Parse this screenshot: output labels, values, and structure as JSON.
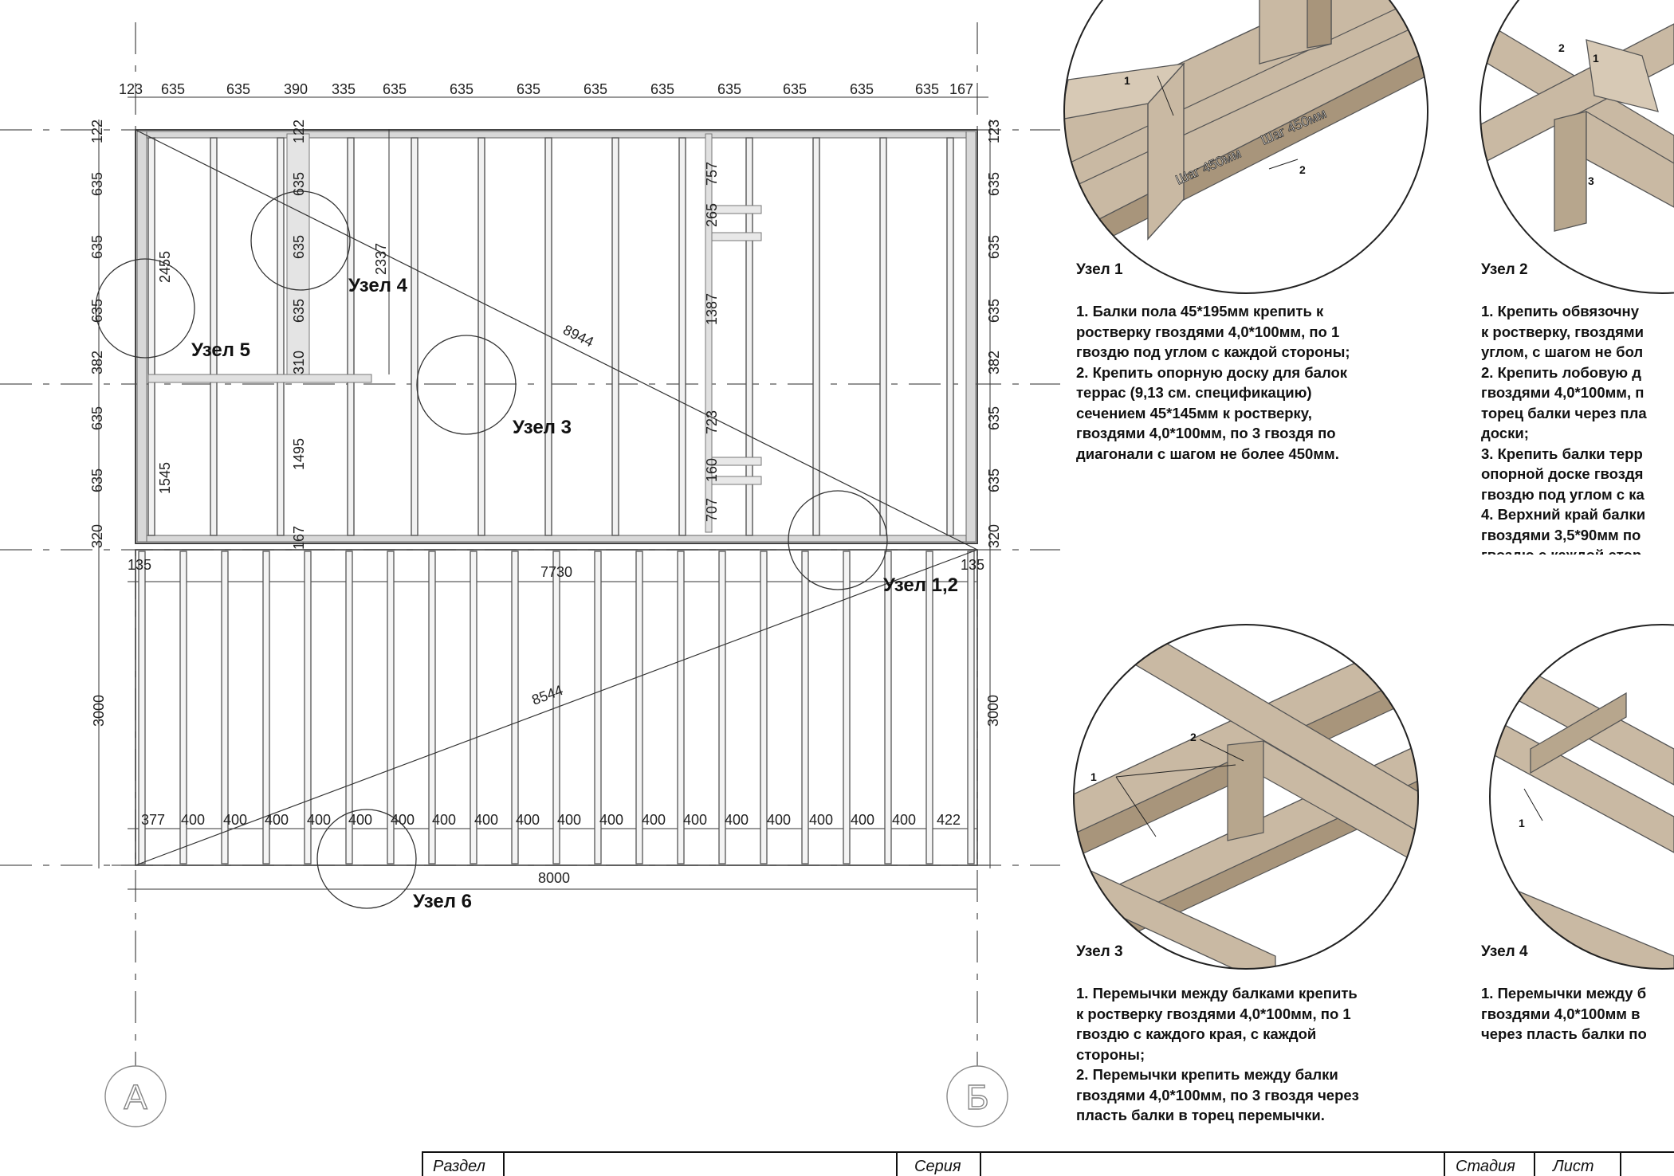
{
  "plan": {
    "top_dims": [
      "123",
      "635",
      "635",
      "390",
      "335",
      "635",
      "635",
      "635",
      "635",
      "635",
      "635",
      "635",
      "635",
      "635",
      "167"
    ],
    "left_dims": [
      "122",
      "635",
      "635",
      "635",
      "382",
      "635",
      "635",
      "320"
    ],
    "right_dims": [
      "123",
      "635",
      "635",
      "635",
      "382",
      "635",
      "635",
      "320"
    ],
    "inner_col1_dims": [
      "2455",
      "1545"
    ],
    "inner_col2_dims": [
      "122",
      "635",
      "635",
      "635",
      "310",
      "1495",
      "167"
    ],
    "inner_mid_dim": "2337",
    "inner_col3_dims": [
      "757",
      "265",
      "1387",
      "723",
      "160",
      "707"
    ],
    "diag_upper": "8944",
    "diag_lower": "8544",
    "dim_7730": "7730",
    "end_135_left": "135",
    "end_135_right": "135",
    "lower_side_left": "3000",
    "lower_side_right": "3000",
    "bottom_dims": [
      "377",
      "400",
      "400",
      "400",
      "400",
      "400",
      "400",
      "400",
      "400",
      "400",
      "400",
      "400",
      "400",
      "400",
      "400",
      "400",
      "400",
      "400",
      "400",
      "422"
    ],
    "total": "8000",
    "axis_a": "А",
    "axis_b": "Б",
    "node_labels": {
      "n4": "Узел 4",
      "n5": "Узел 5",
      "n3": "Узел 3",
      "n12": "Узел 1,2",
      "n6": "Узел 6"
    }
  },
  "details": {
    "n1": {
      "title": "Узел 1",
      "lines": [
        "1. Балки пола 45*195мм крепить к",
        "ростверку гвоздями 4,0*100мм, по 1",
        "гвоздю под углом с каждой стороны;",
        "2. Крепить опорную доску для балок",
        "террас (9,13 см. спецификацию)",
        "сечением 45*145мм к ростверку,",
        "гвоздями 4,0*100мм, по 3 гвоздя по",
        "диагонали с шагом не более 450мм."
      ],
      "step1": "Шаг 450мм",
      "step2": "Шаг 450мм",
      "callouts": [
        "1",
        "2"
      ]
    },
    "n2": {
      "title": "Узел 2",
      "lines": [
        "1. Крепить обвязочну",
        "к ростверку, гвоздями",
        "углом, с шагом не бол",
        "2. Крепить лобовую д",
        "гвоздями 4,0*100мм, п",
        "торец балки через пла",
        "доски;",
        "3. Крепить балки терр",
        "опорной доске гвоздя",
        "гвоздю под углом с ка",
        "4. Верхний край балки",
        "гвоздями 3,5*90мм по",
        "гвоздю с каждой стор"
      ],
      "callouts": [
        "2",
        "1",
        "3"
      ]
    },
    "n3": {
      "title": "Узел 3",
      "lines": [
        "1. Перемычки между балками крепить",
        "к ростверку гвоздями 4,0*100мм, по 1",
        "гвоздю с каждого края, с каждой",
        "стороны;",
        "2. Перемычки крепить между балки",
        "гвоздями 4,0*100мм, по 3 гвоздя через",
        "пласть балки в торец перемычки."
      ],
      "callouts": [
        "2",
        "1"
      ]
    },
    "n4": {
      "title": "Узел 4",
      "lines": [
        "1. Перемычки между б",
        "гвоздями 4,0*100мм в",
        "через пласть балки по"
      ],
      "callouts": [
        "1"
      ]
    }
  },
  "stamp": {
    "razdel": "Раздел",
    "seriya": "Серия",
    "stadiya": "Стадия",
    "list": "Лист"
  },
  "colors": {
    "wood": "#c9b9a3",
    "wood_dark": "#a8957b",
    "frame_fill": "#d6d6d6",
    "line": "#222222"
  }
}
